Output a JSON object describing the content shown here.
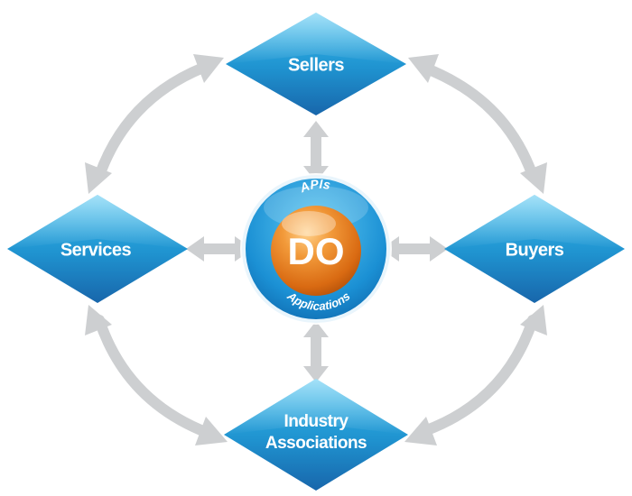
{
  "nodes": {
    "sellers": "Sellers",
    "buyers": "Buyers",
    "services": "Services",
    "industry_line1": "Industry",
    "industry_line2": "Associations"
  },
  "hub": {
    "top_label": "APIs",
    "center_label": "DO",
    "bottom_label": "Applications"
  },
  "colors": {
    "diamond_light": "#2fb2e6",
    "diamond_dark": "#1a72b4",
    "arrow": "#cdcfd1",
    "hub_ring": "#1b8fd3",
    "sphere_orange": "#e8801f"
  },
  "icons": {
    "connector": "double-arrow-icon",
    "cycle": "curved-arrow-icon"
  }
}
